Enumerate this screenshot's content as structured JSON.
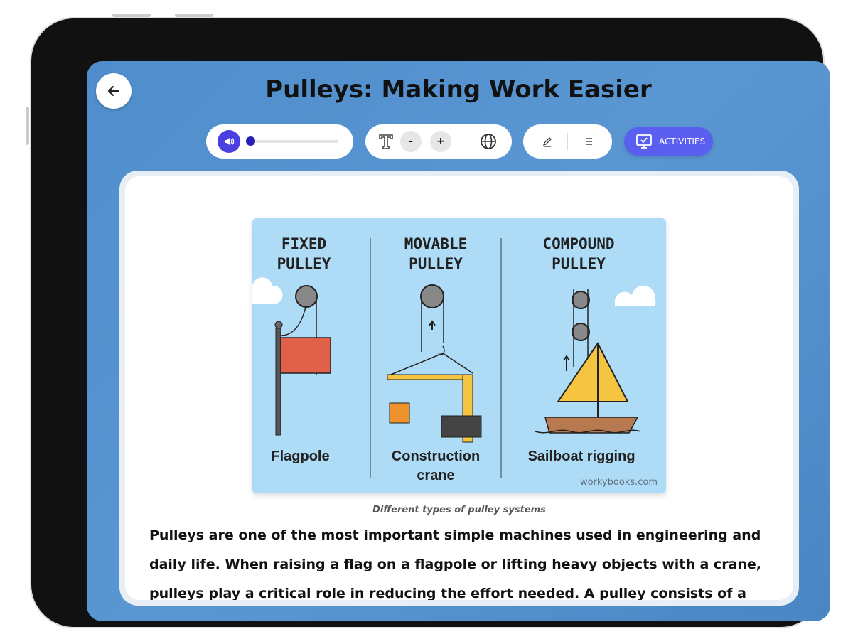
{
  "header": {
    "title": "Pulleys: Making Work Easier"
  },
  "toolbar": {
    "audio_progress": 0,
    "decrease_font": "-",
    "increase_font": "+",
    "activities_label": "ACTIVITIES"
  },
  "figure": {
    "panels": [
      {
        "heading": [
          "FIXED",
          "PULLEY"
        ],
        "label": [
          "Flagpole"
        ]
      },
      {
        "heading": [
          "MOVABLE",
          "PULLEY"
        ],
        "label": [
          "Construction",
          "crane"
        ]
      },
      {
        "heading": [
          "COMPOUND",
          "PULLEY"
        ],
        "label": [
          "Sailboat rigging"
        ]
      }
    ],
    "watermark": "workybooks.com",
    "caption": "Different types of pulley systems"
  },
  "body": {
    "paragraph": "Pulleys are one of the most important simple machines used in engineering and daily life. When raising a flag on a flagpole or lifting heavy objects with a crane, pulleys play a critical role in reducing the effort needed. A pulley consists of a"
  },
  "colors": {
    "screen": "#4f8dcc",
    "accent": "#4a3fe0",
    "activities": "#5b5ff0"
  }
}
